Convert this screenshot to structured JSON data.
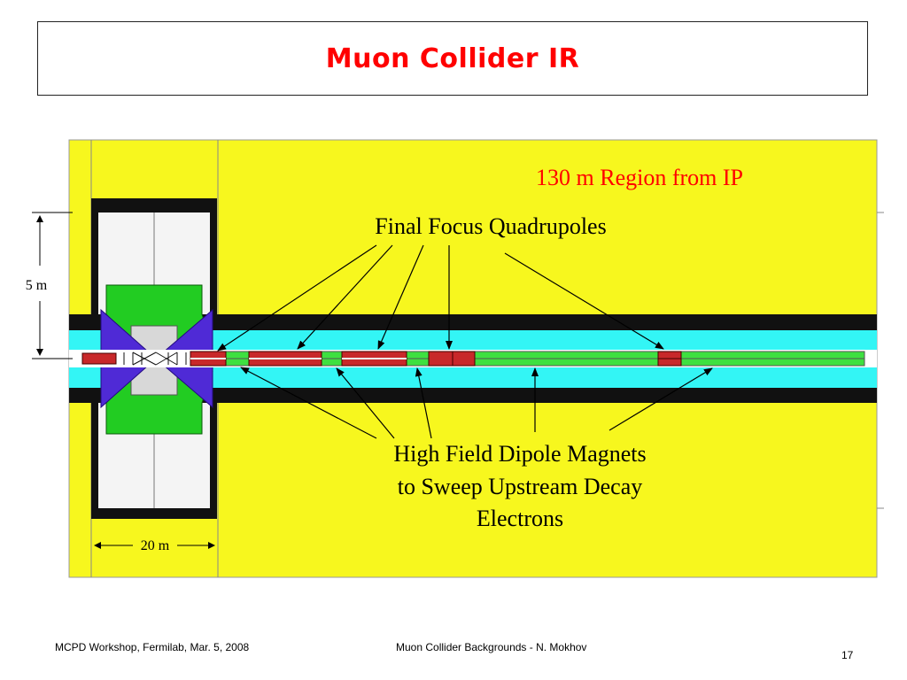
{
  "slide": {
    "title": "Muon Collider IR",
    "page_number": "17"
  },
  "diagram": {
    "region_label": "130 m Region from IP",
    "quad_label": "Final Focus Quadrupoles",
    "dipole_label_lines": [
      "High Field Dipole Magnets",
      "to Sweep Upstream Decay",
      "Electrons"
    ],
    "dim_vertical": "5 m",
    "dim_horizontal": "20 m",
    "colors": {
      "background": "#f7f71e",
      "beam_pipe_shield": "#111111",
      "cyan_region": "#33f5f5",
      "quadrupole": "#c8282a",
      "dipole": "#3ee040",
      "detector_green": "#22cc22",
      "detector_blue": "#4f2ad6",
      "label_red": "#ff0000"
    }
  },
  "footer": {
    "left": "MCPD Workshop, Fermilab, Mar. 5, 2008",
    "center": "Muon Collider Backgrounds -  N. Mokhov"
  }
}
